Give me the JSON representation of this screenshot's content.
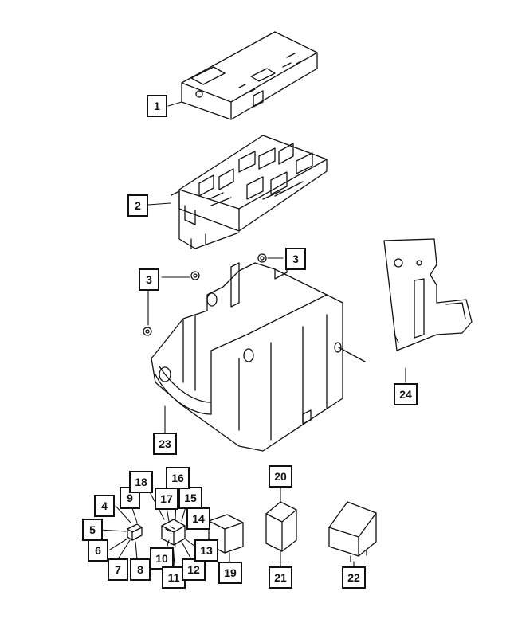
{
  "callouts": {
    "c1": "1",
    "c2": "2",
    "c3a": "3",
    "c3b": "3",
    "c4": "4",
    "c5": "5",
    "c6": "6",
    "c7": "7",
    "c8": "8",
    "c9": "9",
    "c10": "10",
    "c11": "11",
    "c12": "12",
    "c13": "13",
    "c14": "14",
    "c15": "15",
    "c16": "16",
    "c17": "17",
    "c18": "18",
    "c19": "19",
    "c20": "20",
    "c21": "21",
    "c22": "22",
    "c23": "23",
    "c24": "24"
  },
  "colors": {
    "ink": "#111111",
    "paper": "#ffffff"
  }
}
